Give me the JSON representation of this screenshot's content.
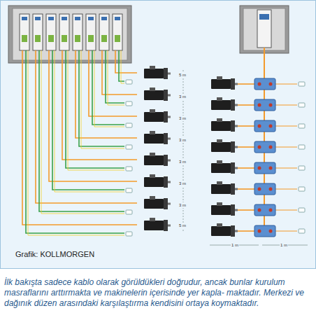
{
  "diagram": {
    "caption": "İlk bakışta sadece kablo olarak görüldükleri doğrudur, ancak bunlar kurulum masraflarını arttırmakta ve makinelerin içerisinde yer kapla- maktadır. Merkezi ve dağınık düzen arasındaki karşılaştırma kendisini ortaya koymaktadır.",
    "labels": [
      "5 m",
      "3 m",
      "3 m",
      "3 m",
      "3 m",
      "3 m",
      "3 m",
      "5 m",
      "1 m",
      "1 m",
      "Grafik: KOLLMORGEN"
    ]
  }
}
